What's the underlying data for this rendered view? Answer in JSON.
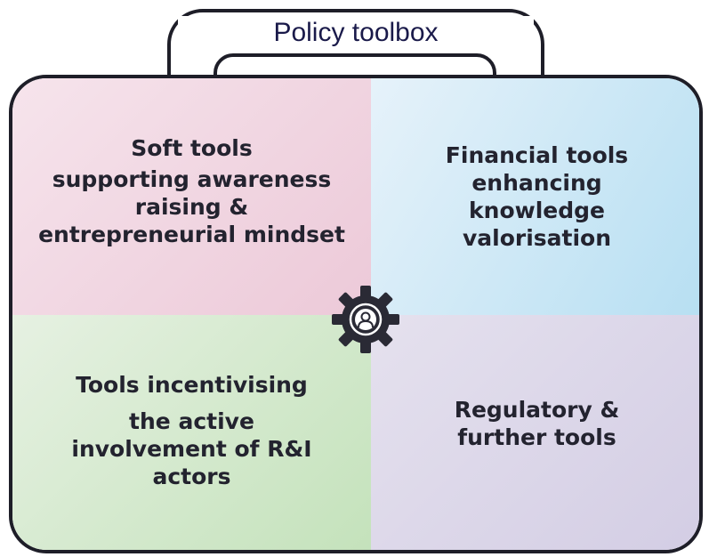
{
  "title": "Policy toolbox",
  "quadrants": {
    "top_left": {
      "heading": "Soft tools",
      "lines": [
        "supporting awareness",
        "raising &",
        "entrepreneurial mindset"
      ],
      "color": "#ecc9d8"
    },
    "top_right": {
      "lines": [
        "Financial tools",
        "enhancing",
        "knowledge",
        "valorisation"
      ],
      "color": "#b7dff2"
    },
    "bottom_left": {
      "heading": "Tools incentivising",
      "lines": [
        "the active",
        "involvement of R&I",
        "actors"
      ],
      "color": "#c4e2bb"
    },
    "bottom_right": {
      "lines": [
        "Regulatory &",
        "further tools"
      ],
      "color": "#d3cde4"
    }
  },
  "center_icon": "gear-icon"
}
